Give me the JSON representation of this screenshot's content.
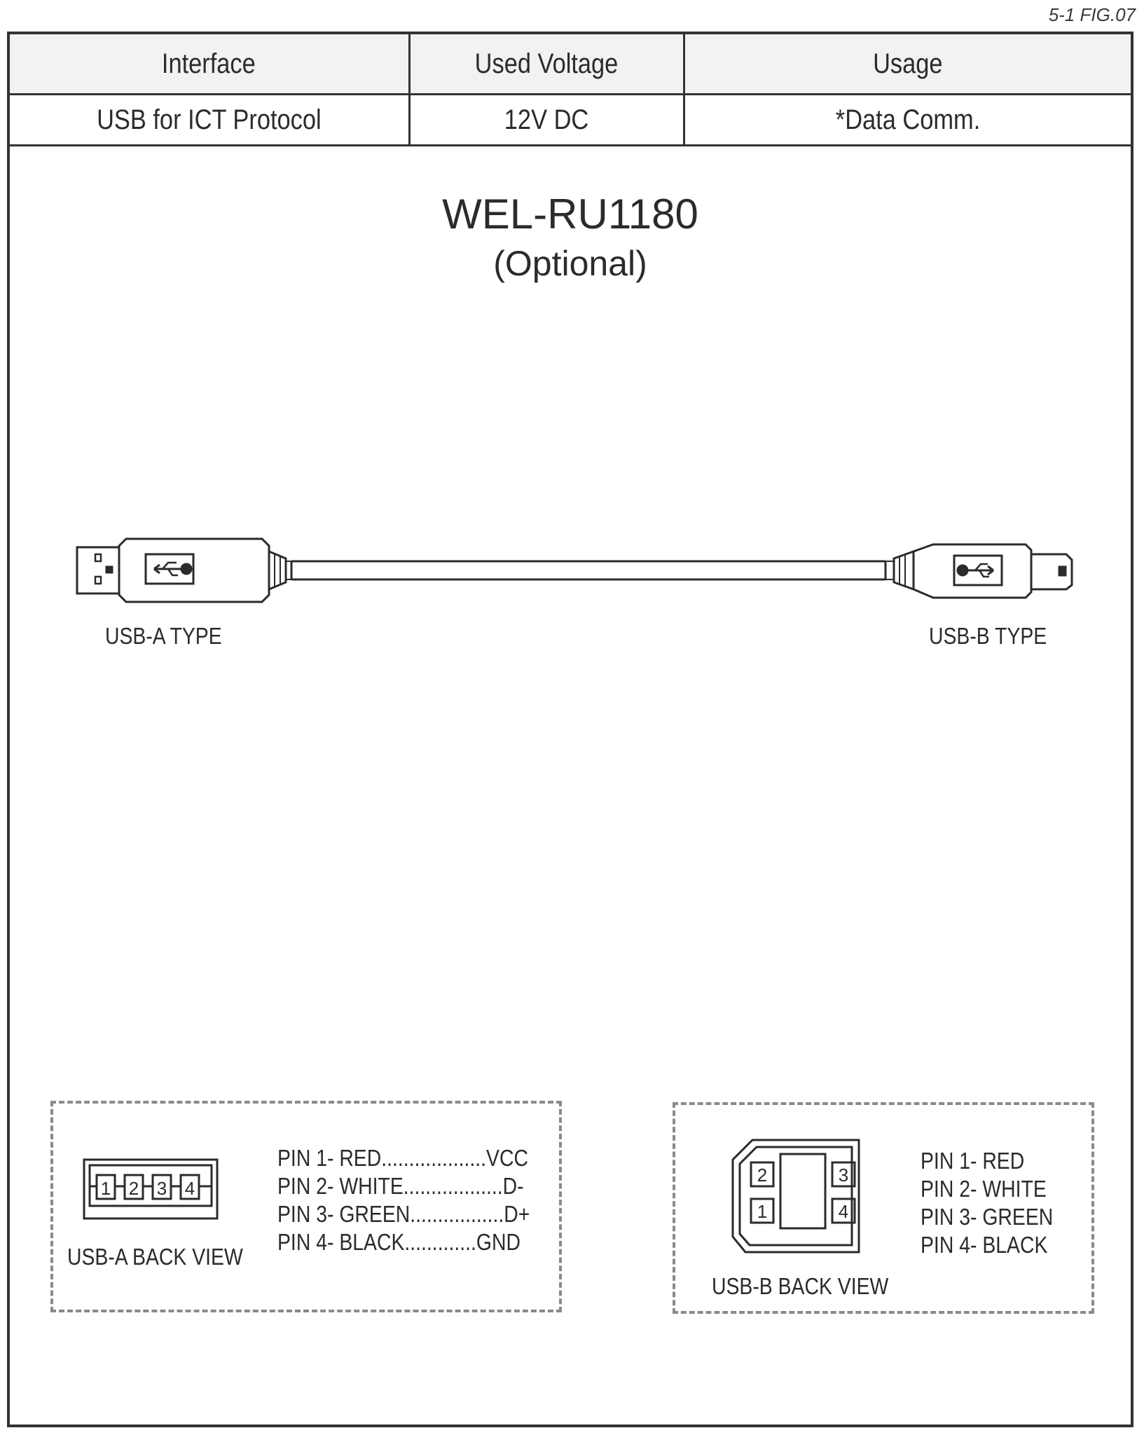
{
  "figure_label": "5-1 FIG.07",
  "spec_table": {
    "headers": [
      "Interface",
      "Used Voltage",
      "Usage"
    ],
    "row": [
      "USB for ICT Protocol",
      "12V DC",
      "*Data Comm."
    ]
  },
  "title": "WEL-RU1180",
  "subtitle": "(Optional)",
  "cable": {
    "left_label": "USB-A TYPE",
    "right_label": "USB-B TYPE"
  },
  "usb_a_back": {
    "caption": "USB-A BACK VIEW",
    "pin_numbers": [
      "1",
      "2",
      "3",
      "4"
    ],
    "pins": [
      "PIN 1- RED...................VCC",
      "PIN 2- WHITE..................D-",
      "PIN 3- GREEN.................D+",
      "PIN 4- BLACK.............GND"
    ]
  },
  "usb_b_back": {
    "caption": "USB-B BACK VIEW",
    "pin_numbers": [
      "2",
      "3",
      "1",
      "4"
    ],
    "pins": [
      "PIN 1- RED",
      "PIN 2- WHITE",
      "PIN 3- GREEN",
      "PIN 4- BLACK"
    ]
  }
}
